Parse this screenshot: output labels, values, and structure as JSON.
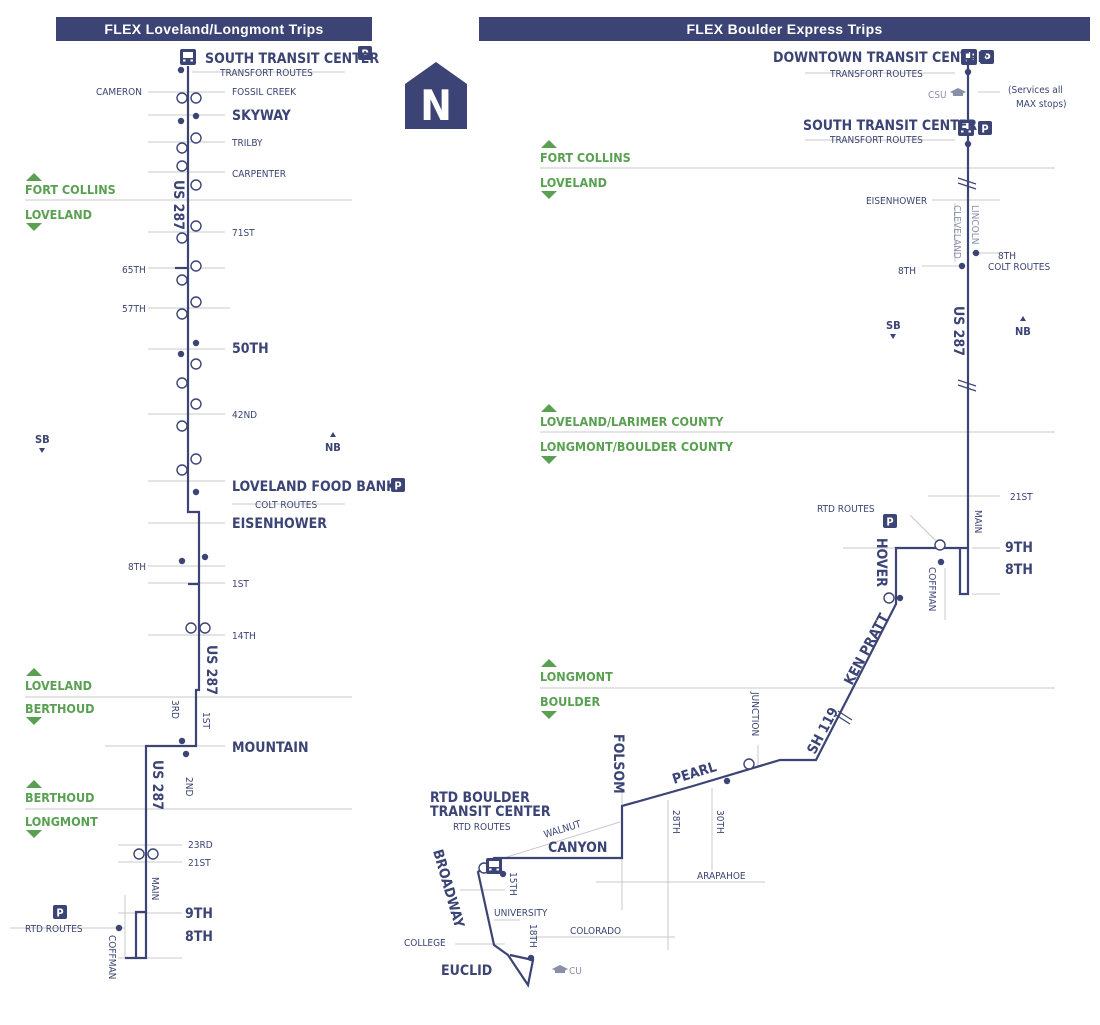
{
  "headers": {
    "left": "FLEX Loveland/Longmont Trips",
    "right": "FLEX Boulder Express Trips"
  },
  "compass": "N",
  "colors": {
    "route": "#3b4474",
    "boundary": "#5aa051",
    "thin": "#c9c9c9",
    "muted": "#8a8fa8"
  },
  "icons": {
    "bus": "bus-icon",
    "parking": "parking-icon",
    "compass": "north-arrow-icon",
    "campus": "campus-icon"
  },
  "left": {
    "south_transit_center": "SOUTH TRANSIT CENTER",
    "transfort_routes": "TRANSFORT ROUTES",
    "cameron": "CAMERON",
    "fossil_creek": "FOSSIL CREEK",
    "skyway": "SKYWAY",
    "trilby": "TRILBY",
    "carpenter": "CARPENTER",
    "us287_a": "US 287",
    "s71st": "71ST",
    "s65th": "65TH",
    "s57th": "57TH",
    "s50th": "50TH",
    "s42nd": "42ND",
    "sb": "SB",
    "nb": "NB",
    "food_bank": "LOVELAND FOOD BANK",
    "colt_routes": "COLT ROUTES",
    "eisenhower": "EISENHOWER",
    "s8th": "8TH",
    "s1st": "1ST",
    "s14th": "14TH",
    "us287_b": "US 287",
    "s3rd": "3RD",
    "s1st_b": "1ST",
    "mountain": "MOUNTAIN",
    "us287_c": "US 287",
    "s2nd": "2ND",
    "s23rd": "23RD",
    "s21st": "21ST",
    "main": "MAIN",
    "s9th": "9TH",
    "s8th_b": "8TH",
    "rtd_routes": "RTD ROUTES",
    "coffman": "COFFMAN",
    "fort_collins": "FORT COLLINS",
    "loveland": "LOVELAND",
    "loveland_2": "LOVELAND",
    "berthoud": "BERTHOUD",
    "berthoud_2": "BERTHOUD",
    "longmont": "LONGMONT"
  },
  "right": {
    "downtown_transit_center": "DOWNTOWN TRANSIT CENTER",
    "transfort_routes": "TRANSFORT ROUTES",
    "csu": "CSU",
    "services_line1": "(Services all",
    "services_line2": "MAX stops)",
    "south_transit_center": "SOUTH TRANSIT CENTER",
    "transfort_routes_2": "TRANSFORT ROUTES",
    "fort_collins": "FORT COLLINS",
    "loveland": "LOVELAND",
    "eisenhower": "EISENHOWER",
    "cleveland": "CLEVELAND",
    "lincoln": "LINCOLN",
    "s8th_e": "8TH",
    "colt_routes": "COLT ROUTES",
    "s8th_w": "8TH",
    "sb": "SB",
    "nb": "NB",
    "us287": "US 287",
    "loveland_larimer": "LOVELAND/LARIMER COUNTY",
    "longmont_boulder": "LONGMONT/BOULDER COUNTY",
    "s21st": "21ST",
    "rtd_routes": "RTD ROUTES",
    "main": "MAIN",
    "hover": "HOVER",
    "s9th": "9TH",
    "s8th": "8TH",
    "coffman": "COFFMAN",
    "ken_pratt": "KEN PRATT",
    "longmont": "LONGMONT",
    "boulder": "BOULDER",
    "junction": "JUNCTION",
    "sh119": "SH 119",
    "folsom": "FOLSOM",
    "pearl": "PEARL",
    "s28th": "28TH",
    "s30th": "30TH",
    "rtd_boulder_1": "RTD BOULDER",
    "rtd_boulder_2": "TRANSIT CENTER",
    "rtd_routes_2": "RTD ROUTES",
    "walnut": "WALNUT",
    "canyon": "CANYON",
    "broadway": "BROADWAY",
    "s15th": "15TH",
    "arapahoe": "ARAPAHOE",
    "university": "UNIVERSITY",
    "s18th": "18TH",
    "colorado": "COLORADO",
    "college": "COLLEGE",
    "euclid": "EUCLID",
    "cu": "CU"
  }
}
